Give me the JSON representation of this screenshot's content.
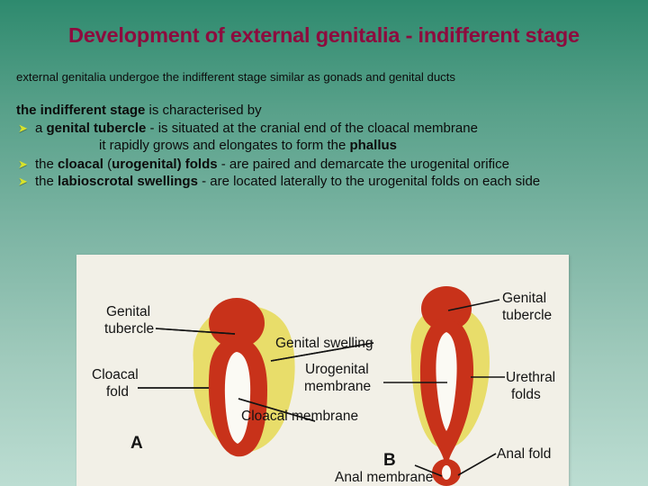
{
  "slide": {
    "title": "Development of external genitalia - indifferent stage",
    "subtitle": "external genitalia undergoe the  indifferent stage similar as gonads and genital ducts",
    "background_top_color": "#2e8a6e",
    "background_bottom_color": "#bcddd2",
    "title_color": "#8d0b3e",
    "bullet_marker_color": "#d8e32a",
    "bullet_glyph": "➤"
  },
  "body": {
    "intro": {
      "bold": "the indifferent stage",
      "rest": " is characterised by"
    },
    "bullets": [
      {
        "marker": "➤",
        "segments": [
          {
            "text": "a ",
            "bold": false
          },
          {
            "text": "genital tubercle",
            "bold": true
          },
          {
            "text": " - is situated at the cranial end of the cloacal membrane",
            "bold": false
          }
        ]
      },
      {
        "marker": "➤",
        "segments": [
          {
            "text": "the ",
            "bold": false
          },
          {
            "text": "cloacal",
            "bold": true
          },
          {
            "text": " (",
            "bold": false
          },
          {
            "text": "urogenital) folds",
            "bold": true
          },
          {
            "text": " - are paired and demarcate the urogenital orifice",
            "bold": false
          }
        ]
      },
      {
        "marker": "➤",
        "segments": [
          {
            "text": "the ",
            "bold": false
          },
          {
            "text": "labioscrotal swellings",
            "bold": true
          },
          {
            "text": " - are located laterally to the urogenital folds on each side",
            "bold": false
          }
        ]
      }
    ],
    "sub_line": {
      "text": "it rapidly grows and elongates to form the ",
      "bold": "phallus"
    }
  },
  "figure": {
    "background_color": "#f2f0e7",
    "tissue_red": "#c8321a",
    "tissue_yellow": "#e8dd6a",
    "panel_a": {
      "letter": "A",
      "labels": [
        {
          "name": "genital-tubercle",
          "text_line1": "Genital",
          "text_line2": "tubercle"
        },
        {
          "name": "cloacal-fold",
          "text_line1": "Cloacal",
          "text_line2": "fold"
        },
        {
          "name": "genital-swelling",
          "text_line1": "Genital swelling",
          "text_line2": ""
        },
        {
          "name": "cloacal-membrane",
          "text_line1": "Cloacal membrane",
          "text_line2": ""
        }
      ]
    },
    "panel_b": {
      "letter": "B",
      "labels": [
        {
          "name": "genital-tubercle",
          "text_line1": "Genital",
          "text_line2": "tubercle"
        },
        {
          "name": "urogenital-membrane",
          "text_line1": "Urogenital",
          "text_line2": "membrane"
        },
        {
          "name": "urethral-folds",
          "text_line1": "Urethral",
          "text_line2": "folds"
        },
        {
          "name": "anal-fold",
          "text_line1": "Anal fold",
          "text_line2": ""
        },
        {
          "name": "anal-membrane",
          "text_line1": "Anal membrane",
          "text_line2": ""
        }
      ]
    }
  }
}
